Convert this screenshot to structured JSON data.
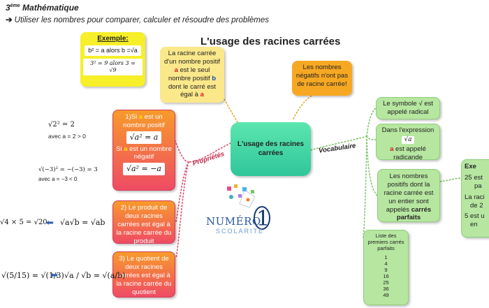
{
  "header": {
    "level_num": "3",
    "level_sup": "ème",
    "level_rest": " Mathématique",
    "subtitle": "Utiliser les nombres pour comparer, calculer et résoudre des problèmes"
  },
  "title": "L'usage des racines carrées",
  "center_node": "L'usage des racines carrées",
  "branch_labels": {
    "left": "Propriétés",
    "right": "Vocabulaire"
  },
  "example": {
    "title": "Exemple:",
    "line1": "b² = a alors b =√a",
    "line2": "3² = 9 alors 3 = √9"
  },
  "definition": {
    "part1": "La racine carrée d'un nombre positif ",
    "a1": "a",
    "part2": " est le seul nombre positif ",
    "b": "b",
    "part3": " dont le carré est égal à ",
    "a2": "a"
  },
  "negatives": "Les nombres négatifs n'ont pas de racine carrée!",
  "props": {
    "p1_line1_a": "1)Si ",
    "p1_line1_red": "a",
    "p1_line1_b": " est un nombre positif",
    "p1_box1": "√a² = a",
    "p1_line2_a": "Si ",
    "p1_line2_red": "a",
    "p1_line2_b": " est un nombre négatif",
    "p1_box2": "√a² = −a",
    "p2": "2) Le produit de deux racines carrées est égal à la racine carrée du produit",
    "p3": "3) Le quotient de deux racines carrées est égal à la racine carrée du quotient"
  },
  "examples_left": {
    "e1_top": "√2² = 2",
    "e1_bottom": "avec a = 2 > 0",
    "e2_top": "√(−3)² = −(−3) = 3",
    "e2_bottom": "avec a = −3 < 0",
    "e3": "√4 × 5 = √20",
    "e3_rule": "√a√b = √ab",
    "e4": "√(5/15) = √(1/3)",
    "e4_rule": "√a / √b = √(a/b)"
  },
  "vocab": {
    "v1": "Le symbole √ est appelé radical",
    "v2_a": "Dans l'expression",
    "v2_box": "√a",
    "v2_red": "a",
    "v2_b": " est appelé radicande",
    "v3_a": "Les nombres positifs dont la racine carrée est un entier sont appelés ",
    "v3_bold": "carrés parfaits",
    "v4_title": "Liste des premiers carrés parfaits",
    "v4_items": [
      "1",
      "4",
      "9",
      "16",
      "25",
      "36",
      "49"
    ],
    "v5_title": "Exe",
    "v5_l1": "25 est",
    "v5_l2": "pa",
    "v5_l3": "La raci",
    "v5_l4": "de 2",
    "v5_l5": "5 est u",
    "v5_l6": "en"
  },
  "logo": {
    "text1": "NUMÉRO",
    "text2": "1",
    "text3": "SCOLARITÉ"
  },
  "colors": {
    "center": "#3fd3a5",
    "yellow": "#f7ef2a",
    "orange": "#f7a823",
    "green": "#b6e6a0",
    "gradient_top": "#f79b2b",
    "gradient_bottom": "#ef4b64"
  }
}
